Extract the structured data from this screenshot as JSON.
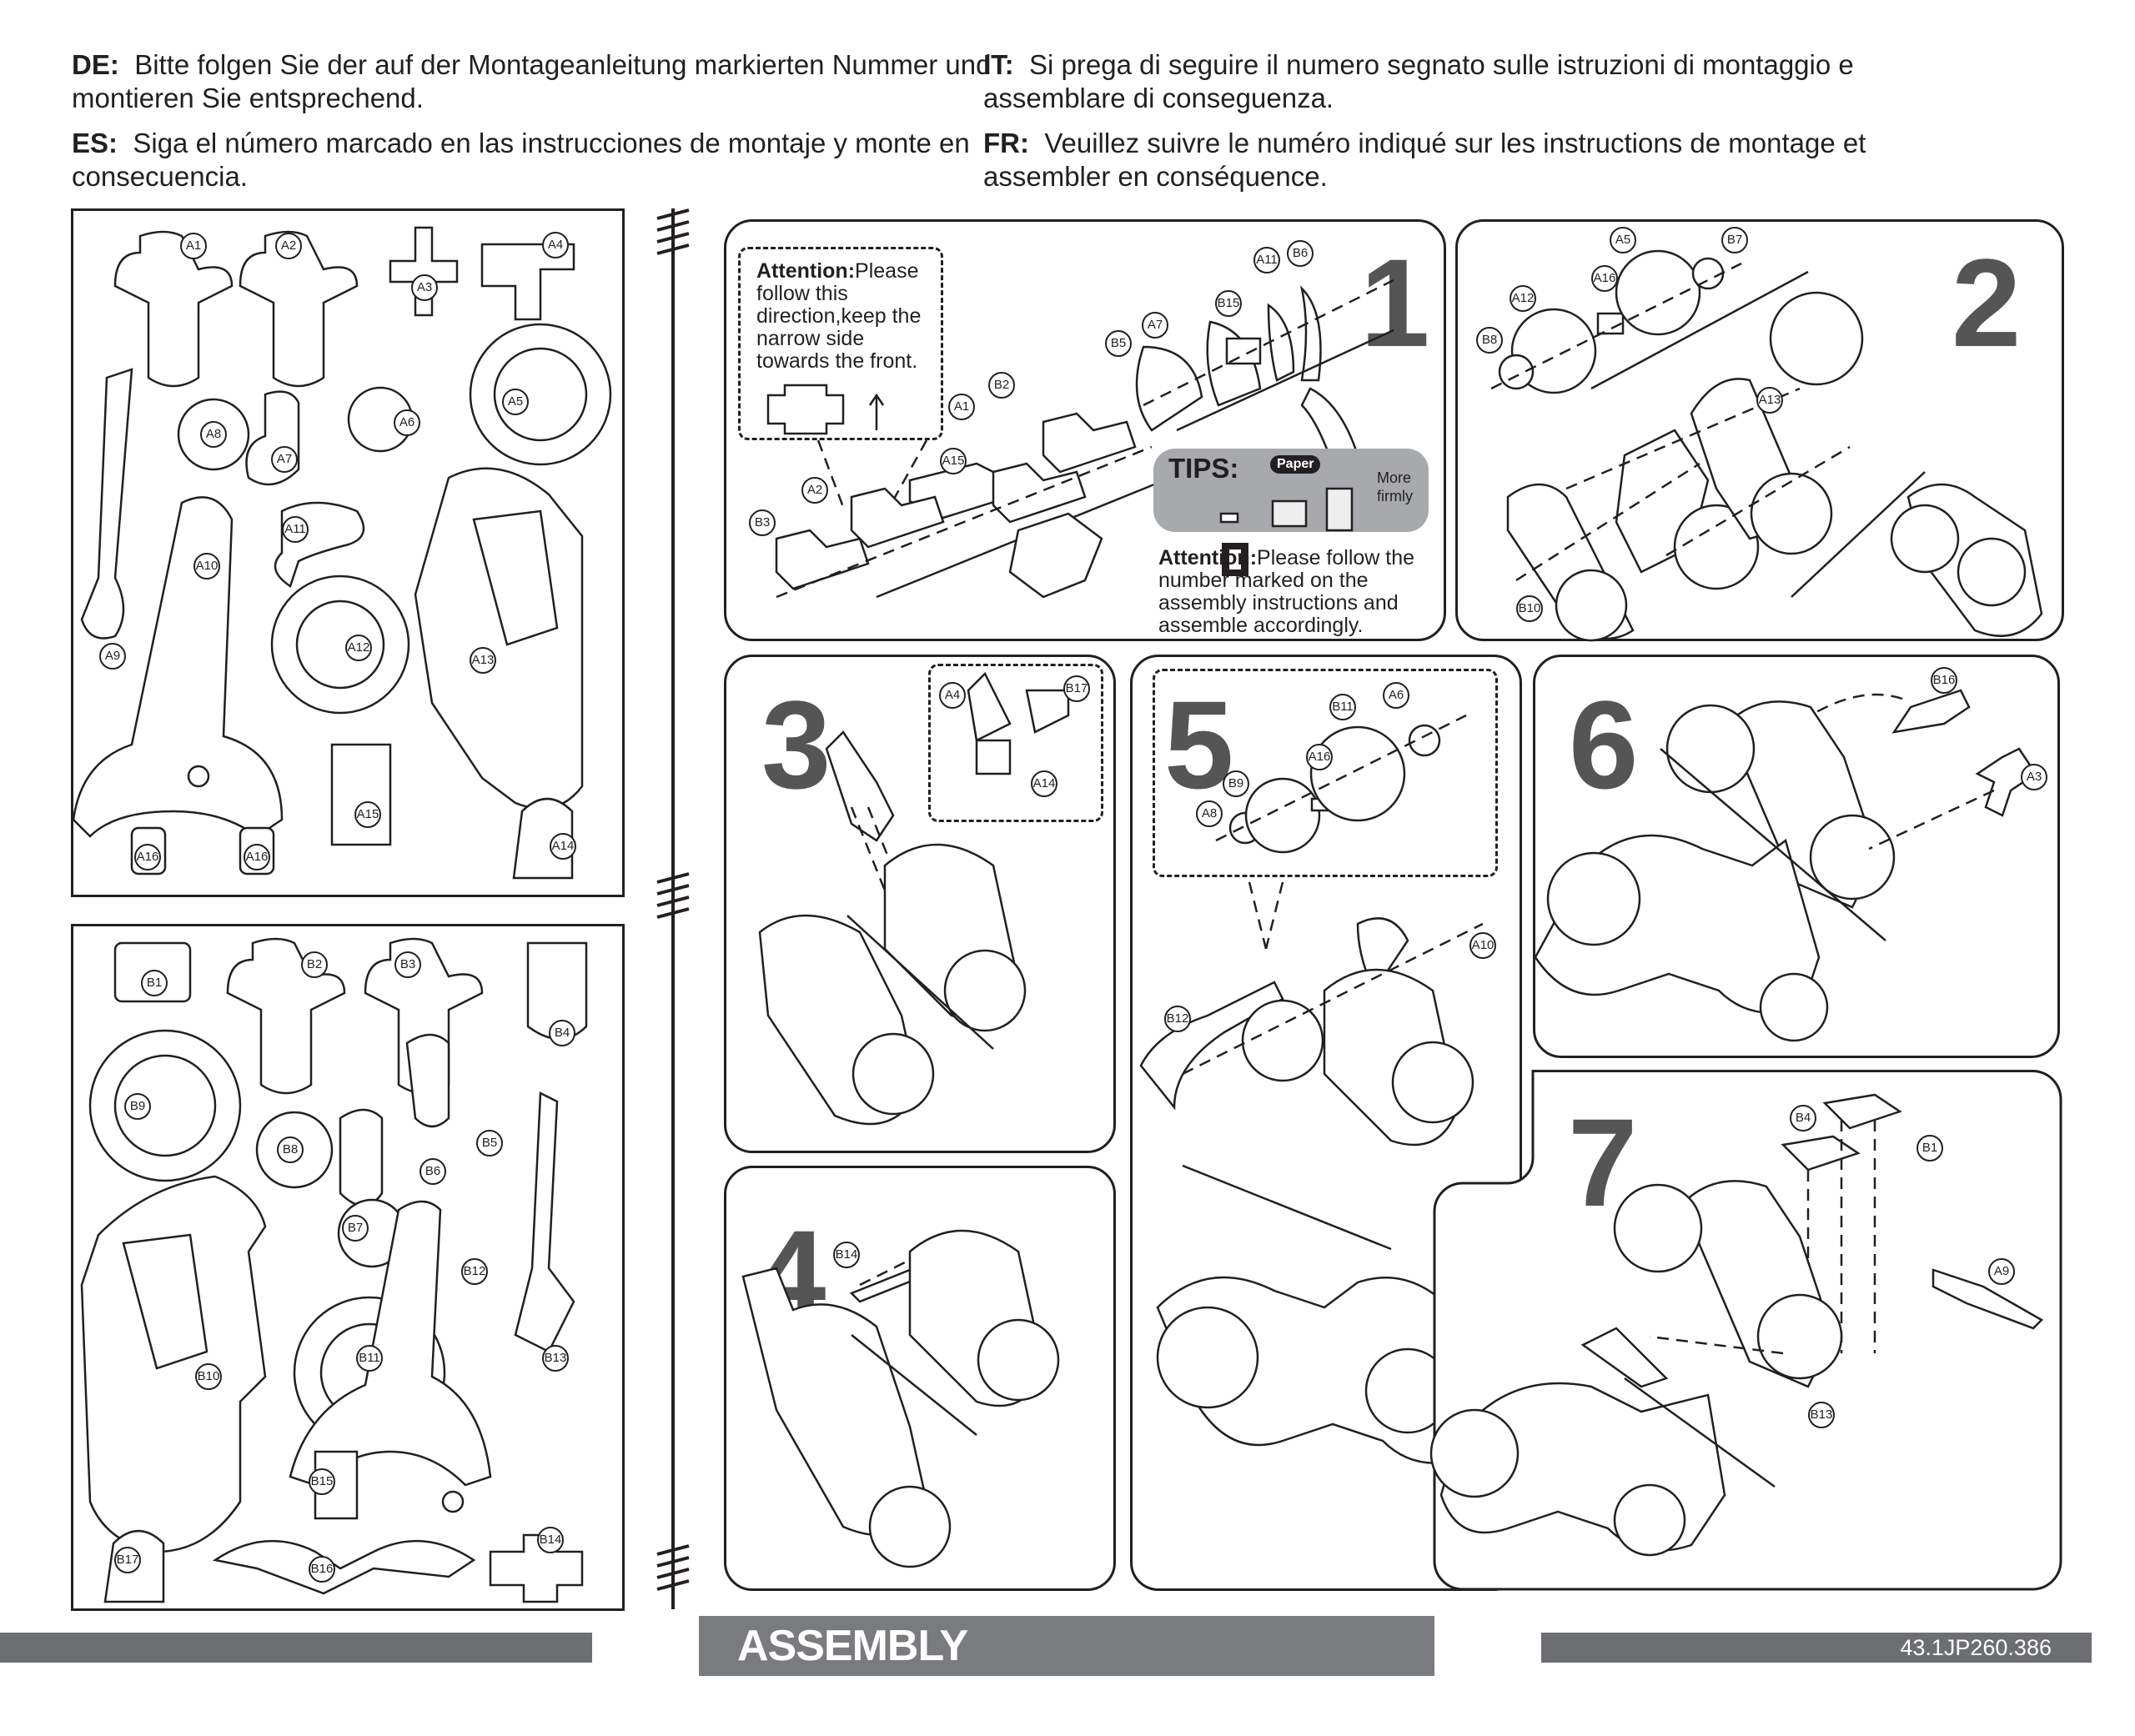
{
  "instructions": {
    "de": {
      "code": "DE:",
      "text": "Bitte folgen Sie der auf der Montageanleitung markierten Nummer und montieren Sie entsprechend."
    },
    "es": {
      "code": "ES:",
      "text": "Siga el número marcado en las instrucciones de montaje y monte en consecuencia."
    },
    "it": {
      "code": "IT:",
      "text": "Si prega di seguire il numero segnato sulle istruzioni di montaggio e assemblare di conseguenza."
    },
    "fr": {
      "code": "FR:",
      "text": "Veuillez suivre le numéro indiqué sur les instructions de montage et assembler en conséquence."
    }
  },
  "sheet_a": {
    "labels": [
      "A1",
      "A2",
      "A3",
      "A4",
      "A5",
      "A6",
      "A7",
      "A8",
      "A9",
      "A10",
      "A11",
      "A12",
      "A13",
      "A14",
      "A15",
      "A16",
      "A16"
    ]
  },
  "sheet_b": {
    "labels": [
      "B1",
      "B2",
      "B3",
      "B4",
      "B5",
      "B6",
      "B7",
      "B8",
      "B9",
      "B10",
      "B11",
      "B12",
      "B13",
      "B14",
      "B15",
      "B16",
      "B17"
    ]
  },
  "steps": [
    {
      "number": "1",
      "labels": [
        "A11",
        "B6",
        "B15",
        "A7",
        "B5",
        "B2",
        "A1",
        "A15",
        "A2",
        "B3"
      ]
    },
    {
      "number": "2",
      "labels": [
        "A5",
        "B7",
        "A16",
        "A12",
        "B8",
        "A13",
        "B10"
      ]
    },
    {
      "number": "3",
      "labels": [
        "B17",
        "A4",
        "A14"
      ]
    },
    {
      "number": "4",
      "labels": [
        "B14"
      ]
    },
    {
      "number": "5",
      "labels": [
        "B11",
        "A6",
        "A16",
        "B9",
        "A8",
        "A10",
        "B12"
      ]
    },
    {
      "number": "6",
      "labels": [
        "B16",
        "A3"
      ]
    },
    {
      "number": "7",
      "labels": [
        "B4",
        "B1",
        "A9",
        "B13"
      ]
    }
  ],
  "step1_attention": {
    "title": "Attention:",
    "text": "Please follow this direction,keep the narrow side towards the front."
  },
  "tips": {
    "title": "TIPS:",
    "paper": "Paper",
    "more_firmly": "More firmly"
  },
  "attention_note": {
    "title": "Attention:",
    "text": "Please follow the number marked on the assembly instructions and assemble accordingly."
  },
  "footer": {
    "title": "ASSEMBLY INSTRUCTIONS",
    "subtitle": "Motorcycle",
    "code": "43.1JP260.386"
  }
}
